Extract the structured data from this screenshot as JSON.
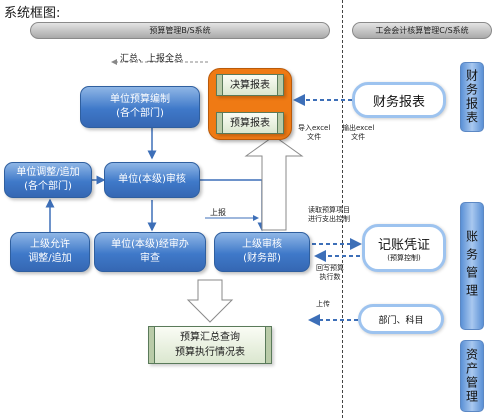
{
  "header": {
    "title": "系统框图:"
  },
  "banners": {
    "bs": "预算管理B/S系统",
    "cs": "工会会计核算管理C/S系统"
  },
  "top_note": "汇总、上报全总",
  "reports": {
    "final": "决算报表",
    "budget": "预算报表"
  },
  "nodes": {
    "unit_budget": "单位预算编制\n(各个部门)",
    "unit_adjust": "单位调整/追加\n(各个部门)",
    "unit_review": "单位(本级)审核",
    "superior_allow": "上级允许\n调整/追加",
    "unit_agency": "单位(本级)经审办\n审查",
    "superior_review": "上级审核\n(财务部)",
    "summary": "预算汇总查询\n预算执行情况表",
    "fin_report": "财务报表",
    "voucher_title": "记账凭证",
    "voucher_sub": "(预算控制)",
    "dept": "部门、科目"
  },
  "labels": {
    "import_excel": "导入excel\n文件",
    "export_excel": "输出excel\n文件",
    "submit": "上报",
    "read_budget": "读取预算项目\n进行支出控制",
    "writeback": "回写预算\n执行数",
    "upload": "上传"
  },
  "tabs": {
    "fin": "财务报表",
    "acct": "账务管理",
    "asset": "资产管理"
  },
  "colors": {
    "node_blue": "#3f79c9",
    "report_orange": "#ef7a14",
    "arrow_blue": "#3d6fb8",
    "pill_border": "#9dc3ef"
  }
}
